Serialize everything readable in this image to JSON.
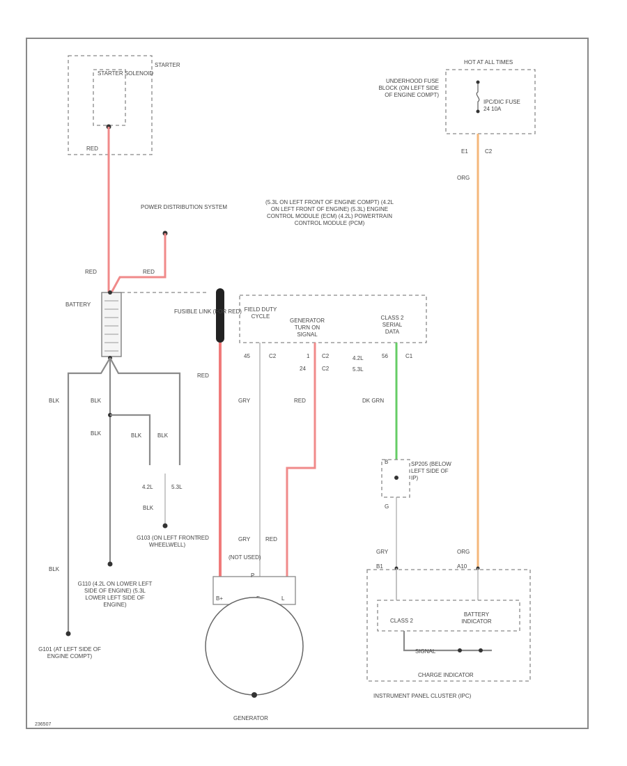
{
  "colors": {
    "red_wire": "#f08a8a",
    "green_wire": "#66cc66",
    "orange_wire": "#f4b77a",
    "gray_wire": "#8a8a8a",
    "border": "#888888"
  },
  "starter": {
    "box_label": "STARTER SOLENOID",
    "side_label": "STARTER",
    "wire_label": "RED"
  },
  "power_distribution": {
    "label": "POWER DISTRIBUTION SYSTEM",
    "wire_label_left": "RED",
    "wire_label_right": "RED"
  },
  "battery": {
    "label": "BATTERY"
  },
  "fusible_link": {
    "label": "FUSIBLE LINK (FOR RED)",
    "wire_label_top": "RED",
    "wire_label_bottom": "RED"
  },
  "ground_wires": {
    "blk_1": "BLK",
    "blk_2": "BLK",
    "blk_3": "BLK",
    "blk_4": "BLK",
    "blk_5": "BLK",
    "blk_6": "BLK",
    "blk_7": "BLK",
    "variant_42": "4.2L",
    "variant_53": "5.3L"
  },
  "grounds": {
    "g103": "G103 (ON LEFT FRONT WHEELWELL)",
    "g110": "G110 (4.2L ON LOWER LEFT SIDE OF ENGINE) (5.3L LOWER LEFT SIDE OF ENGINE)",
    "g101": "G101 (AT LEFT SIDE OF ENGINE COMPT)"
  },
  "ecm": {
    "location_note": "(5.3L ON LEFT FRONT OF ENGINE COMPT) (4.2L ON LEFT FRONT OF ENGINE) (5.3L) ENGINE CONTROL MODULE (ECM) (4.2L) POWERTRAIN CONTROL MODULE (PCM)",
    "field_duty_cycle": "FIELD DUTY CYCLE",
    "generator_turn_on": "GENERATOR TURN ON SIGNAL",
    "class2_serial": "CLASS 2 SERIAL DATA",
    "pin_45": "45",
    "conn_c2a": "C2",
    "pin_1": "1",
    "conn_c2b": "C2",
    "pin_24": "24",
    "conn_c2c": "C2",
    "variant_42": "4.2L",
    "variant_53": "5.3L",
    "pin_56": "56",
    "conn_c1": "C1"
  },
  "wire_labels": {
    "gry_1": "GRY",
    "red_1": "RED",
    "dk_grn": "DK GRN",
    "gry_2": "GRY",
    "red_2": "RED",
    "gry_3": "GRY",
    "org_1": "ORG",
    "org_2": "ORG"
  },
  "splice": {
    "label": "SP205 (BELOW LEFT SIDE OF IP)",
    "pin_top": "B",
    "pin_bottom": "G"
  },
  "generator": {
    "label": "GENERATOR",
    "not_used": "(NOT USED)",
    "terminal_bplus": "B+",
    "terminal_f": "F",
    "terminal_l": "L",
    "terminal_p": "P"
  },
  "fuse_block": {
    "hot_at": "HOT AT ALL TIMES",
    "location": "UNDERHOOD FUSE BLOCK (ON LEFT SIDE OF ENGINE COMPT)",
    "fuse": "IPC/DIC FUSE 24 10A",
    "pin": "E1",
    "conn": "C2"
  },
  "ipc": {
    "label": "INSTRUMENT PANEL CLUSTER (IPC)",
    "pin_b1": "B1",
    "pin_a10": "A10",
    "class2": "CLASS 2",
    "battery_indicator": "BATTERY INDICATOR",
    "charge_indicator": "CHARGE INDICATOR",
    "signal": "SIGNAL"
  },
  "footer": {
    "code": "236507"
  }
}
